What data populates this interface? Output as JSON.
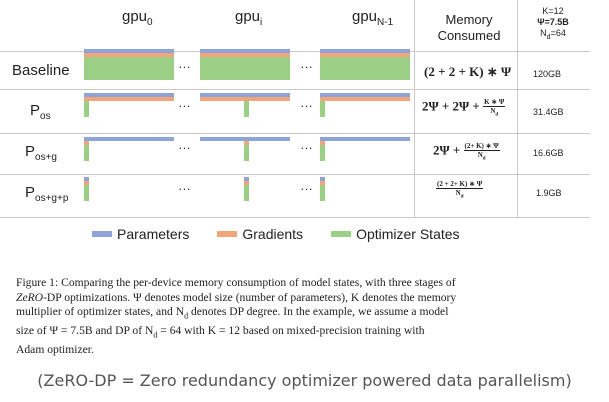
{
  "colors": {
    "parameters": "#8ea3d8",
    "gradients": "#f0a67a",
    "optimizer": "#9bcf86"
  },
  "header": {
    "gpu0": "gpu",
    "gpu0_sub": "0",
    "gpui": "gpu",
    "gpui_sub": "i",
    "gpuN": "gpu",
    "gpuN_sub": "N-1",
    "memory_line1": "Memory",
    "memory_line2": "Consumed",
    "params_k": "K=12",
    "params_psi": "Ψ=7.5B",
    "params_nd": "N",
    "params_nd_sub": "d",
    "params_nd_val": "=64"
  },
  "rows": [
    {
      "label": "Baseline",
      "label_sub": "",
      "formula": "(2 + 2 + K) ∗ Ψ",
      "memory": "120GB",
      "param_frac": 1,
      "grad_frac": 1,
      "opt_frac": 1
    },
    {
      "label": "P",
      "label_sub": "os",
      "formula_main": "2Ψ + 2Ψ + ",
      "frac_num": "K ∗ Ψ",
      "frac_den": "N",
      "frac_den_sub": "d",
      "memory": "31.4GB",
      "param_frac": 1,
      "grad_frac": 1,
      "opt_frac": 0.04
    },
    {
      "label": "P",
      "label_sub": "os+g",
      "formula_main": "2Ψ + ",
      "frac_num": "(2+ K) ∗ Ψ",
      "frac_den": "N",
      "frac_den_sub": "d",
      "memory": "16.6GB",
      "param_frac": 1,
      "grad_frac": 0.04,
      "opt_frac": 0.04
    },
    {
      "label": "P",
      "label_sub": "os+g+p",
      "frac_num": "(2 + 2+ K) ∗ Ψ",
      "frac_den": "N",
      "frac_den_sub": "d",
      "memory": "1.9GB",
      "param_frac": 0.04,
      "grad_frac": 0.04,
      "opt_frac": 0.04
    }
  ],
  "dots": "…",
  "legend": {
    "parameters": "Parameters",
    "gradients": "Gradients",
    "optimizer": "Optimizer States"
  },
  "caption": {
    "p1": "Figure 1: Comparing the per-device memory consumption of model states, with three stages of",
    "p2_italic": "ZeRO",
    "p2": "-DP optimizations. Ψ denotes model size (number of parameters), K denotes the memory",
    "p3": "multiplier of optimizer states, and N",
    "p3_sub": "d",
    "p3b": " denotes DP degree. In the example, we assume a model",
    "p4": "size of Ψ = 7.5B and DP of N",
    "p4_sub": "d",
    "p4b": " = 64 with K = 12 based on mixed-precision training with",
    "p5": "Adam optimizer."
  },
  "footer": "(ZeRO-DP = Zero redundancy optimizer powered data parallelism)"
}
